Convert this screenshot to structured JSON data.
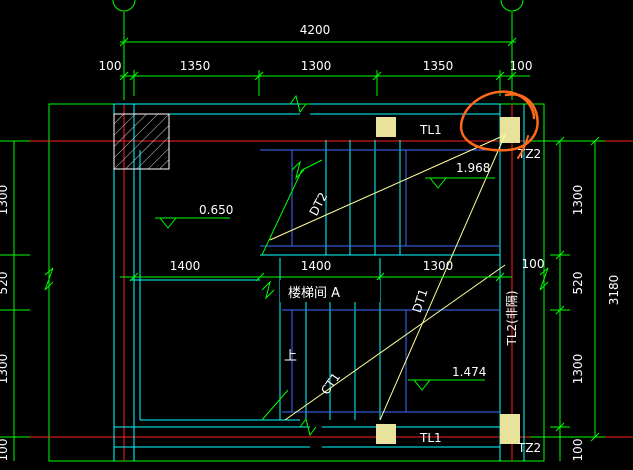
{
  "colors": {
    "background": "#000000",
    "dimension": "#00ff00",
    "axis": "#ff2020",
    "wall": "#00ffff",
    "beam": "#3a6fff",
    "text": "#ffffff",
    "column": "#e8e29a",
    "stair": "#ffff99",
    "annotation": "#ff6a1a"
  },
  "dimensions": {
    "top_total": "4200",
    "top_segments": [
      "100",
      "1350",
      "1300",
      "1350",
      "100"
    ],
    "middle_segments": [
      "1400",
      "1400",
      "1300"
    ],
    "middle_right": "100",
    "right_segments": [
      "1300",
      "520",
      "1300",
      "100"
    ],
    "right_total": "3180",
    "left_segments": [
      "1300",
      "520",
      "1300",
      "100"
    ]
  },
  "elevations": {
    "left": "0.650",
    "upper_landing": "1.968",
    "lower_landing": "1.474"
  },
  "labels": {
    "room": "楼梯间 A",
    "up_arrow": "上",
    "tl1_top": "TL1",
    "tl1_bottom": "TL1",
    "tz2_top": "TZ2",
    "tz2_bottom": "TZ2",
    "tl2_vertical": "TL2(非隔)",
    "dt1": "DT1",
    "dt2": "DT2",
    "ct1": "CT1"
  }
}
